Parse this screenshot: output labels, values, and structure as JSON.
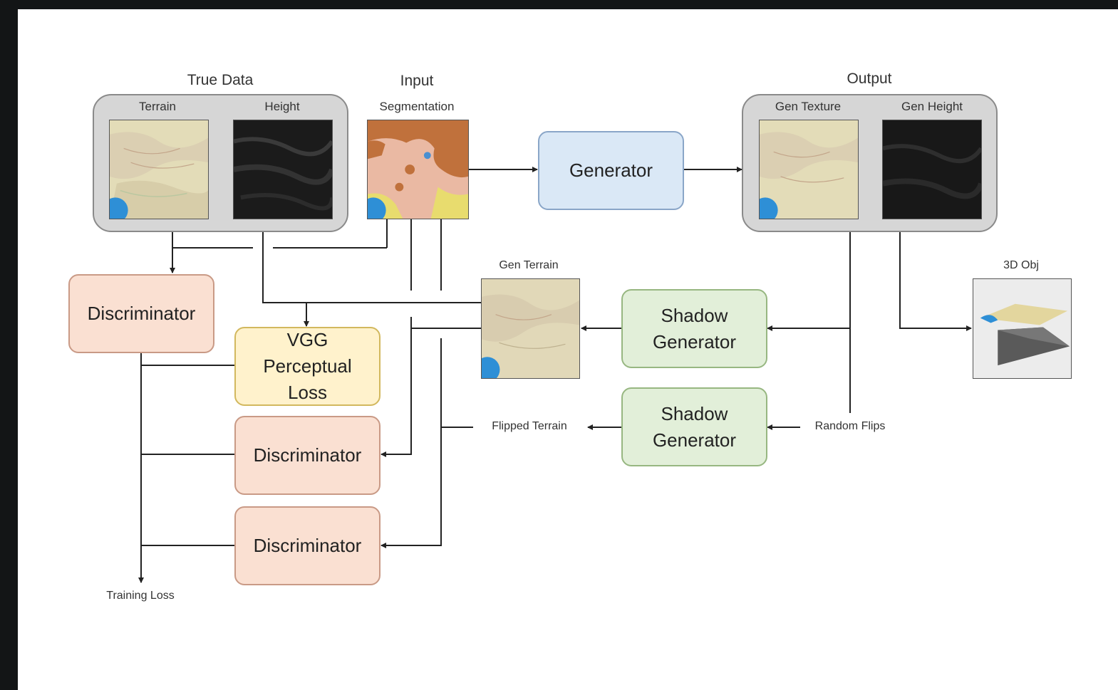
{
  "labels": {
    "true_data": "True Data",
    "terrain": "Terrain",
    "height": "Height",
    "input": "Input",
    "segmentation": "Segmentation",
    "output": "Output",
    "gen_texture": "Gen Texture",
    "gen_height": "Gen Height",
    "gen_terrain": "Gen Terrain",
    "obj3d": "3D Obj",
    "flipped_terrain": "Flipped Terrain",
    "random_flips": "Random Flips",
    "training_loss": "Training Loss"
  },
  "nodes": {
    "generator": "Generator",
    "discriminator_1": "Discriminator",
    "vgg_loss": "VGG\nPerceptual\nLoss",
    "discriminator_2": "Discriminator",
    "discriminator_3": "Discriminator",
    "shadow_generator_1": "Shadow\nGenerator",
    "shadow_generator_2": "Shadow\nGenerator"
  },
  "colors": {
    "page_frame": "#131516",
    "generator_fill": "#dae8f6",
    "discriminator_fill": "#fae0d2",
    "vgg_fill": "#fff2cc",
    "shadow_generator_fill": "#e2efd9",
    "group_fill": "#d6d6d6",
    "segmentation_brown": "#c0713c",
    "segmentation_pink": "#eab9a3",
    "segmentation_yellow": "#e8dc6e",
    "water_blue": "#2e8fd6",
    "terrain_base": "#e3dcb8"
  }
}
